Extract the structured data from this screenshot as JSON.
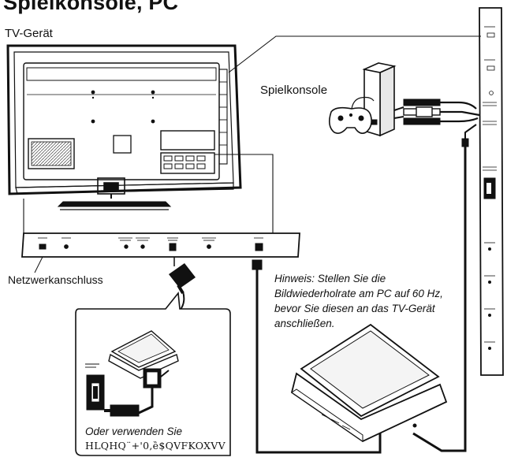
{
  "title": "Spielkonsole, PC",
  "labels": {
    "tv": "TV-Gerät",
    "console": "Spielkonsole",
    "network": "Netzwerkanschluss"
  },
  "hint": "Hinweis: Stellen Sie die Bildwiederholrate am PC auf 60 Hz, bevor Sie diesen an das TV-Gerät anschließen.",
  "callout": {
    "line1": "Oder verwenden Sie",
    "line2": "HLQHQ¨+'0,ȅ$QVFKOXVV"
  },
  "colors": {
    "ink": "#111111",
    "panel": "#ffffff",
    "screen_fill": "#f4f4f4",
    "cable": "#111111"
  }
}
